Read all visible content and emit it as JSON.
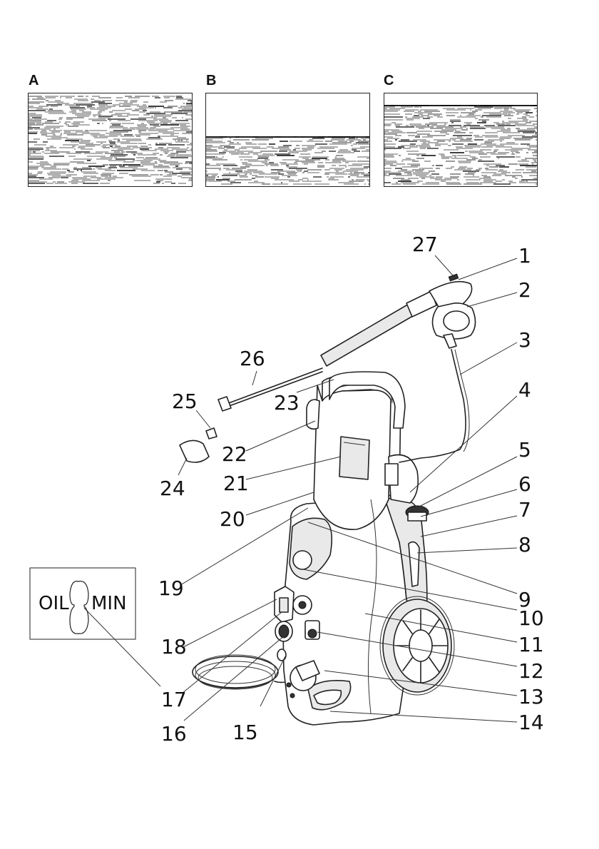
{
  "panels": [
    {
      "label": "A",
      "fill_level": 1.0
    },
    {
      "label": "B",
      "fill_level": 0.56
    },
    {
      "label": "C",
      "fill_level": 0.9
    }
  ],
  "oil_gauge": {
    "left": "OIL",
    "right": "MIN",
    "pointer": "17"
  },
  "callouts": [
    "1",
    "2",
    "3",
    "4",
    "5",
    "6",
    "7",
    "8",
    "9",
    "10",
    "11",
    "12",
    "13",
    "14",
    "15",
    "16",
    "17",
    "18",
    "19",
    "20",
    "21",
    "22",
    "23",
    "24",
    "25",
    "26",
    "27"
  ]
}
